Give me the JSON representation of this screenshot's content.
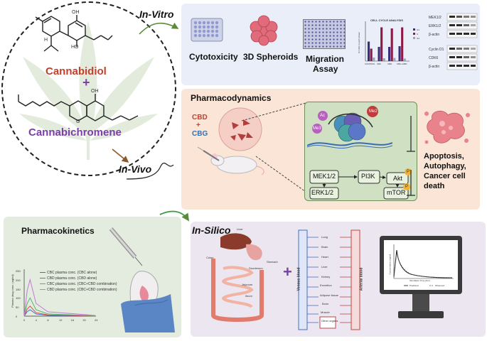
{
  "molecules": {
    "compound1": "Cannabidiol",
    "plus": "+",
    "compound2": "Cannabichromene",
    "oh_label": "OH",
    "ho_label": "HO",
    "o_label": "O",
    "h_label": "H"
  },
  "stages": {
    "in_vitro": "In-Vitro",
    "in_vivo": "In-Vivo",
    "in_silico": "In-Silico"
  },
  "in_vitro": {
    "assays": [
      "Cytotoxicity",
      "3D Spheroids",
      "Migration",
      "Assay"
    ],
    "cell_cycle_title": "CELL CYCLE ANALYSIS",
    "cell_cycle_ylabel": "% Cells in each phase",
    "cell_cycle_categories": [
      "CONTROL",
      "CBC",
      "CBD",
      "CBC+CBD"
    ],
    "cell_cycle_legend": [
      "G1",
      "S",
      "G2"
    ],
    "cell_cycle_series": [
      {
        "name": "G1",
        "values": [
          55,
          40,
          40,
          42
        ]
      },
      {
        "name": "S",
        "values": [
          35,
          95,
          92,
          95
        ]
      },
      {
        "name": "G2",
        "values": [
          10,
          8,
          9,
          7
        ]
      }
    ],
    "blot_labels_top": [
      "MEK1/2",
      "ERK1/2",
      "β-actin"
    ],
    "blot_labels_bottom": [
      "Cyclin D1",
      "CDK6",
      "β-actin"
    ]
  },
  "pharmacodynamics": {
    "title": "Pharmacodynamics",
    "cbd": "CBD",
    "plus": "+",
    "cbg": "CBG",
    "marks": [
      "Ac",
      "Me2",
      "Me3"
    ],
    "pathway": {
      "mek": "MEK1/2",
      "pi3k": "PI3K",
      "akt": "Akt",
      "erk": "ERK1/2",
      "mtor": "mTOR",
      "p": "P"
    },
    "outcome": [
      "Apoptosis,",
      "Autophagy,",
      "Cancer cell",
      "death"
    ]
  },
  "pharmacokinetics": {
    "title": "Pharmacokinetics",
    "ylabel": "Plasma drug conc. (ng/ml)",
    "legend": [
      "CBC plasma conc. (CBC alone)",
      "CBD plasma conc. (CBD alone)",
      "CBC plasma conc. (CBC+CBD combination)",
      "CBD plasma conc. (CBC+CBD combination)"
    ],
    "colors": [
      "#3f6fd1",
      "#d94c4c",
      "#58b36a",
      "#c07ad6"
    ],
    "y_ticks": [
      "0",
      "50",
      "100",
      "150",
      "200",
      "250"
    ],
    "x_ticks": [
      "0",
      "4",
      "8",
      "12",
      "16",
      "20",
      "24"
    ]
  },
  "in_silico": {
    "organs": [
      "Liver",
      "Stomach",
      "Colon",
      "Duodenum",
      "Jejunum",
      "Ileum"
    ],
    "pbpk_left": "Venous blood",
    "pbpk_right": "Arterial blood",
    "pbpk_compartments": [
      "Lung",
      "Brain",
      "Heart",
      "Liver",
      "Kidney",
      "Excretion",
      "Adipose tissue",
      "Bone",
      "Muscle",
      "Other organs"
    ],
    "plus": "+",
    "monitor_xlabel": "Simulation Time (Hrs)",
    "monitor_ylabel": "Concentration (ng/ml)",
    "monitor_legend": [
      "Predicted",
      "Observed"
    ]
  }
}
